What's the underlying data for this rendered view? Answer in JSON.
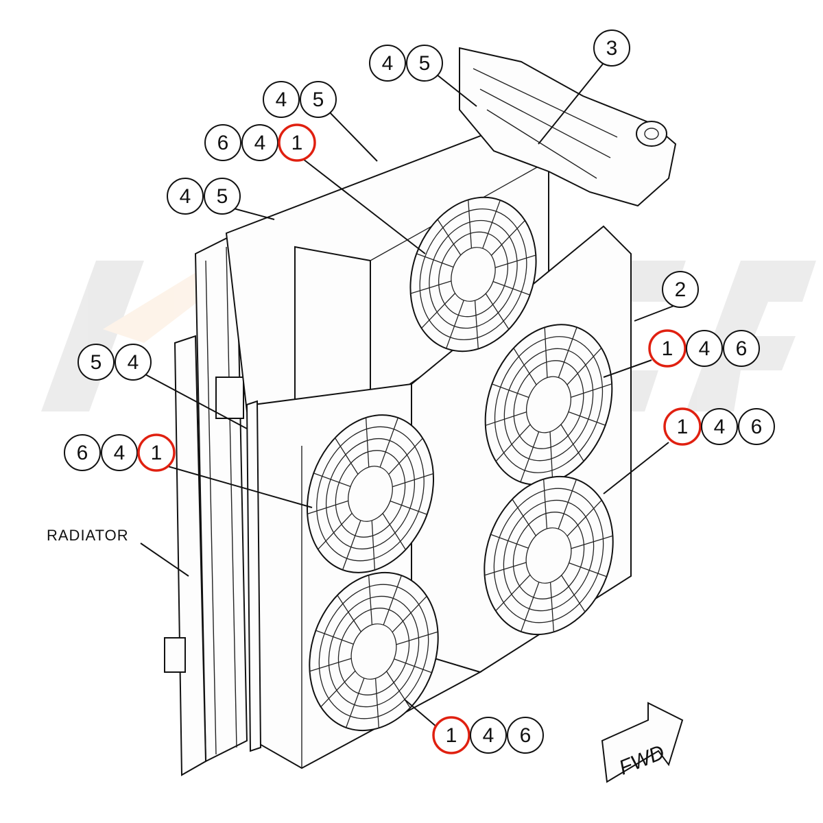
{
  "diagram": {
    "label_radiator": "RADIATOR",
    "label_fwd": "FWD",
    "highlight_color": "#e02010",
    "watermark_color": "#f0a050",
    "callout_groups": [
      {
        "items": [
          "4",
          "5"
        ],
        "highlight": []
      },
      {
        "items": [
          "4",
          "5"
        ],
        "highlight": []
      },
      {
        "items": [
          "6",
          "4",
          "1"
        ],
        "highlight": [
          "1"
        ]
      },
      {
        "items": [
          "4",
          "5"
        ],
        "highlight": []
      },
      {
        "items": [
          "3"
        ],
        "highlight": []
      },
      {
        "items": [
          "2"
        ],
        "highlight": []
      },
      {
        "items": [
          "1",
          "4",
          "6"
        ],
        "highlight": [
          "1"
        ]
      },
      {
        "items": [
          "5",
          "4"
        ],
        "highlight": []
      },
      {
        "items": [
          "1",
          "4",
          "6"
        ],
        "highlight": [
          "1"
        ]
      },
      {
        "items": [
          "6",
          "4",
          "1"
        ],
        "highlight": [
          "1"
        ]
      },
      {
        "items": [
          "1",
          "4",
          "6"
        ],
        "highlight": [
          "1"
        ]
      }
    ]
  }
}
